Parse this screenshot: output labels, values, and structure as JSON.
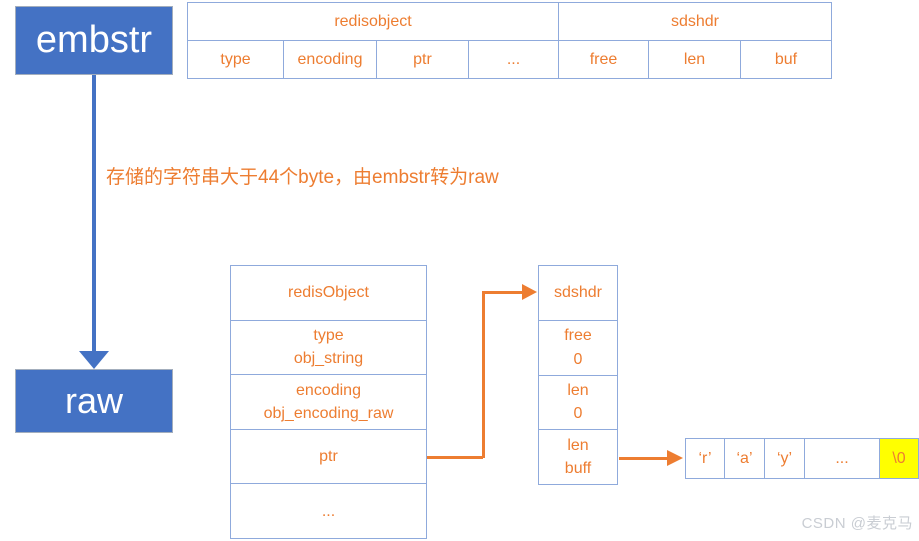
{
  "nodes": {
    "embstr": "embstr",
    "raw": "raw"
  },
  "annotation": "存储的字符串大于44个byte，由embstr转为raw",
  "top_table": {
    "groups": [
      {
        "header": "redisobject",
        "cells": [
          "type",
          "encoding",
          "ptr",
          "..."
        ]
      },
      {
        "header": "sdshdr",
        "cells": [
          "free",
          "len",
          "buf"
        ]
      }
    ]
  },
  "redis_object_table": {
    "header": "redisObject",
    "rows": [
      {
        "line1": "type",
        "line2": "obj_string"
      },
      {
        "line1": "encoding",
        "line2": "obj_encoding_raw"
      },
      {
        "line1": "ptr",
        "line2": ""
      },
      {
        "line1": "...",
        "line2": ""
      }
    ]
  },
  "sdshdr_table": {
    "header": "sdshdr",
    "rows": [
      {
        "line1": "free",
        "line2": "0"
      },
      {
        "line1": "len",
        "line2": "0"
      },
      {
        "line1": "len",
        "line2": "buff"
      }
    ]
  },
  "char_array": {
    "cells": [
      "‘r’",
      "‘a’",
      "‘y’",
      "...",
      "\\0"
    ],
    "highlight_index": 4
  },
  "watermark": "CSDN @麦克马",
  "colors": {
    "node_blue": "#4472C4",
    "table_border": "#8FAADC",
    "text_orange": "#ED7D31",
    "highlight_yellow": "#FFFF00",
    "watermark_gray": "#C9CDD3"
  }
}
